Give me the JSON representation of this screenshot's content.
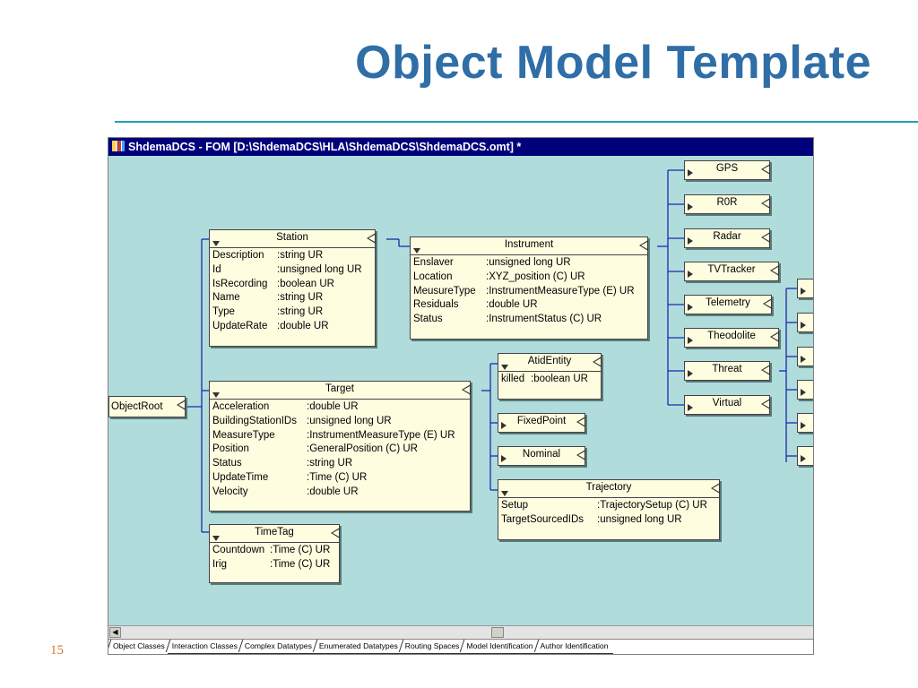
{
  "slide": {
    "title": "Object Model Template",
    "page_number": "15"
  },
  "window": {
    "title": "ShdemaDCS - FOM [D:\\ShdemaDCS\\HLA\\ShdemaDCS\\ShdemaDCS.omt] *"
  },
  "classes": {
    "object_root": {
      "name": "ObjectRoot"
    },
    "station": {
      "name": "Station",
      "attributes": [
        {
          "name": "Description",
          "type": ":string  UR"
        },
        {
          "name": "Id",
          "type": ":unsigned long  UR"
        },
        {
          "name": "IsRecording",
          "type": ":boolean  UR"
        },
        {
          "name": "Name",
          "type": ":string  UR"
        },
        {
          "name": "Type",
          "type": ":string  UR"
        },
        {
          "name": "UpdateRate",
          "type": ":double  UR"
        }
      ]
    },
    "instrument": {
      "name": "Instrument",
      "attributes": [
        {
          "name": "Enslaver",
          "type": ":unsigned long  UR"
        },
        {
          "name": "Location",
          "type": ":XYZ_position (C) UR"
        },
        {
          "name": "MeusureType",
          "type": ":InstrumentMeasureType (E) UR"
        },
        {
          "name": "Residuals",
          "type": ":double  UR"
        },
        {
          "name": "Status",
          "type": ":InstrumentStatus (C) UR"
        }
      ]
    },
    "target": {
      "name": "Target",
      "attributes": [
        {
          "name": "Acceleration",
          "type": ":double  UR"
        },
        {
          "name": "BuildingStationIDs",
          "type": ":unsigned long  UR"
        },
        {
          "name": "MeasureType",
          "type": ":InstrumentMeasureType (E) UR"
        },
        {
          "name": "Position",
          "type": ":GeneralPosition (C) UR"
        },
        {
          "name": "Status",
          "type": ":string  UR"
        },
        {
          "name": "UpdateTime",
          "type": ":Time (C) UR"
        },
        {
          "name": "Velocity",
          "type": ":double  UR"
        }
      ]
    },
    "timetag": {
      "name": "TimeTag",
      "attributes": [
        {
          "name": "Countdown",
          "type": ":Time (C) UR"
        },
        {
          "name": "Irig",
          "type": ":Time (C) UR"
        }
      ]
    },
    "atid_entity": {
      "name": "AtidEntity",
      "attributes": [
        {
          "name": "killed",
          "type": ":boolean  UR"
        }
      ]
    },
    "fixed_point": {
      "name": "FixedPoint"
    },
    "nominal": {
      "name": "Nominal"
    },
    "trajectory": {
      "name": "Trajectory",
      "attributes": [
        {
          "name": "Setup",
          "type": ":TrajectorySetup (C) UR"
        },
        {
          "name": "TargetSourcedIDs",
          "type": ":unsigned long  UR"
        }
      ]
    },
    "instrument_subclasses": [
      "GPS",
      "R0R",
      "Radar",
      "TVTracker",
      "Telemetry",
      "Theodolite",
      "Threat",
      "Virtual"
    ]
  },
  "tabs": [
    "Object Classes",
    "Interaction Classes",
    "Complex Datatypes",
    "Enumerated Datatypes",
    "Routing Spaces",
    "Model Identification",
    "Author Identification"
  ]
}
